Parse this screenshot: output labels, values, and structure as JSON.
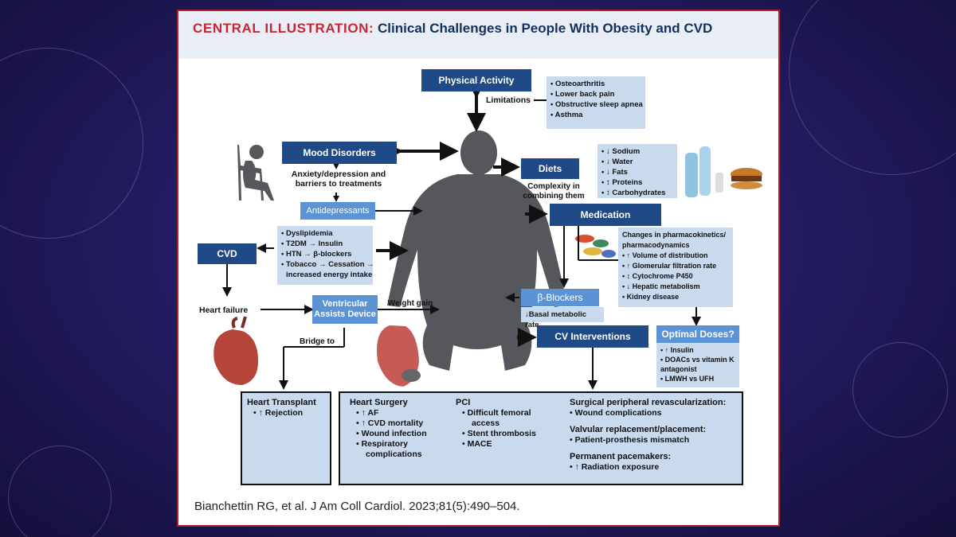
{
  "title": {
    "prefix": "CENTRAL ILLUSTRATION:",
    "main": "Clinical Challenges in People With Obesity and CVD"
  },
  "physical_activity": {
    "label": "Physical Activity",
    "limitations_label": "Limitations",
    "limitations": [
      "• Osteoarthritis",
      "• Lower back pain",
      "• Obstructive sleep apnea",
      "• Asthma"
    ]
  },
  "mood": {
    "label": "Mood Disorders",
    "desc": "Anxiety/depression and barriers to treatments",
    "antidepressants": "Antidepressants"
  },
  "diets": {
    "label": "Diets",
    "note": "Complexity in combining them",
    "items": [
      "• ↓ Sodium",
      "• ↓ Water",
      "• ↓ Fats",
      "• ↕ Proteins",
      "• ↕ Carbohydrates"
    ]
  },
  "risk_factors": [
    "• Dyslipidemia",
    "• T2DM → Insulin",
    "• HTN → β-blockers",
    "• Tobacco → Cessation →",
    "increased energy intake"
  ],
  "cvd": {
    "label": "CVD",
    "heart_failure": "Heart failure",
    "vad": "Ventricular Assists Device",
    "bridge": "Bridge to",
    "weight_gain": "Weight gain"
  },
  "medication": {
    "label": "Medication",
    "items": [
      "Changes in pharmacokinetics/",
      "pharmacodynamics",
      "• ↑ Volume of distribution",
      "• ↑ Glomerular filtration rate",
      "• ↕ Cytochrome P450",
      "• ↓ Hepatic metabolism",
      "•  Kidney disease"
    ]
  },
  "beta_blockers": {
    "label": "β-Blockers",
    "note": "↓Basal metabolic rate"
  },
  "cv_interventions": {
    "label": "CV Interventions"
  },
  "optimal": {
    "label": "Optimal Doses?",
    "items": [
      "• ↑ Insulin",
      "• DOACs vs vitamin K",
      "   antagonist",
      "• LMWH vs UFH"
    ]
  },
  "transplant": {
    "title": "Heart Transplant",
    "items": [
      "• ↑ Rejection"
    ]
  },
  "surgery": {
    "title": "Heart Surgery",
    "items": [
      "• ↑ AF",
      "• ↑ CVD mortality",
      "• Wound infection",
      "• Respiratory",
      "  complications"
    ]
  },
  "pci": {
    "title": "PCI",
    "items": [
      "• Difficult femoral",
      "  access",
      "• Stent thrombosis",
      "• MACE"
    ]
  },
  "peripheral": {
    "title": "Surgical peripheral revascularization:",
    "items": [
      "• Wound complications"
    ]
  },
  "valvular": {
    "title": "Valvular replacement/placement:",
    "items": [
      "• Patient-prosthesis mismatch"
    ]
  },
  "pacemakers": {
    "title": "Permanent pacemakers:",
    "items": [
      "• ↑ Radiation exposure"
    ]
  },
  "citation": "Bianchettin RG, et al. J Am Coll Cardiol. 2023;81(5):490–504."
}
